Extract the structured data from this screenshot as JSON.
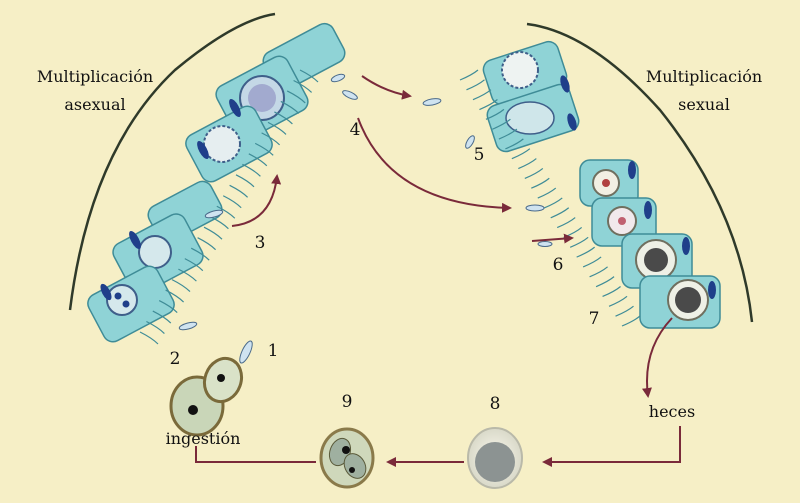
{
  "labels": {
    "asexual": [
      "Multiplicación",
      "asexual"
    ],
    "sexual": [
      "Multiplicación",
      "sexual"
    ],
    "heces": "heces",
    "ingestion": "ingestión"
  },
  "steps": [
    "1",
    "2",
    "3",
    "4",
    "5",
    "6",
    "7",
    "8",
    "9"
  ],
  "colors": {
    "background": "#f6efc6",
    "cell_fill": "#8fd3d6",
    "cell_stroke": "#3f8c97",
    "nucleus": "#1f3f8a",
    "arrow": "#7a2a3a",
    "bracket": "#2f3a2a"
  }
}
